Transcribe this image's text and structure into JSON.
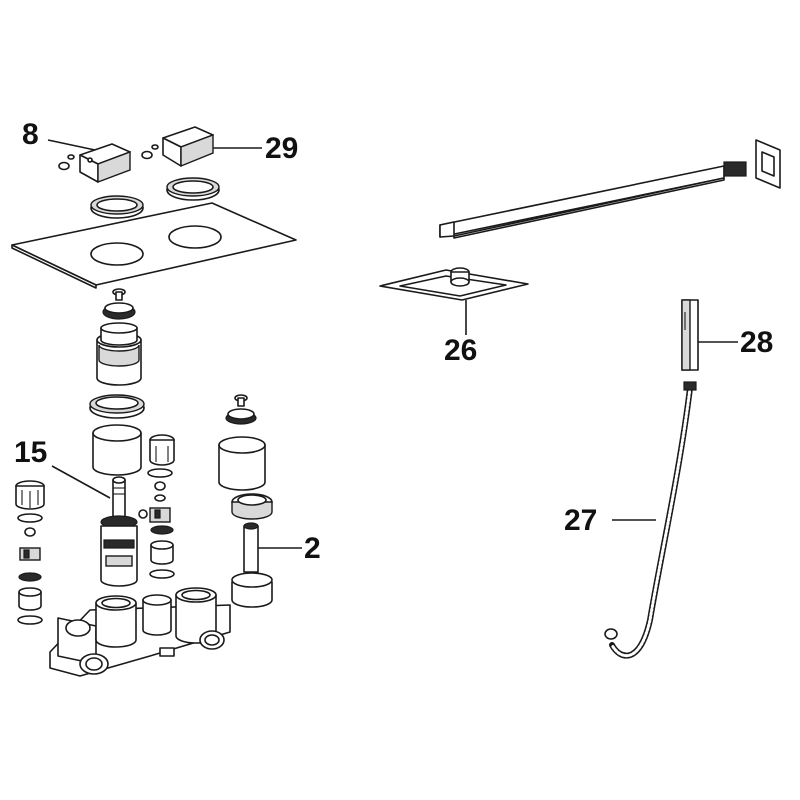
{
  "callouts": {
    "c8": "8",
    "c29": "29",
    "c15": "15",
    "c2": "2",
    "c26": "26",
    "c28": "28",
    "c27": "27"
  },
  "colors": {
    "line": "#1a1a1a",
    "fill": "#ffffff",
    "shade": "#d9d9d9"
  }
}
